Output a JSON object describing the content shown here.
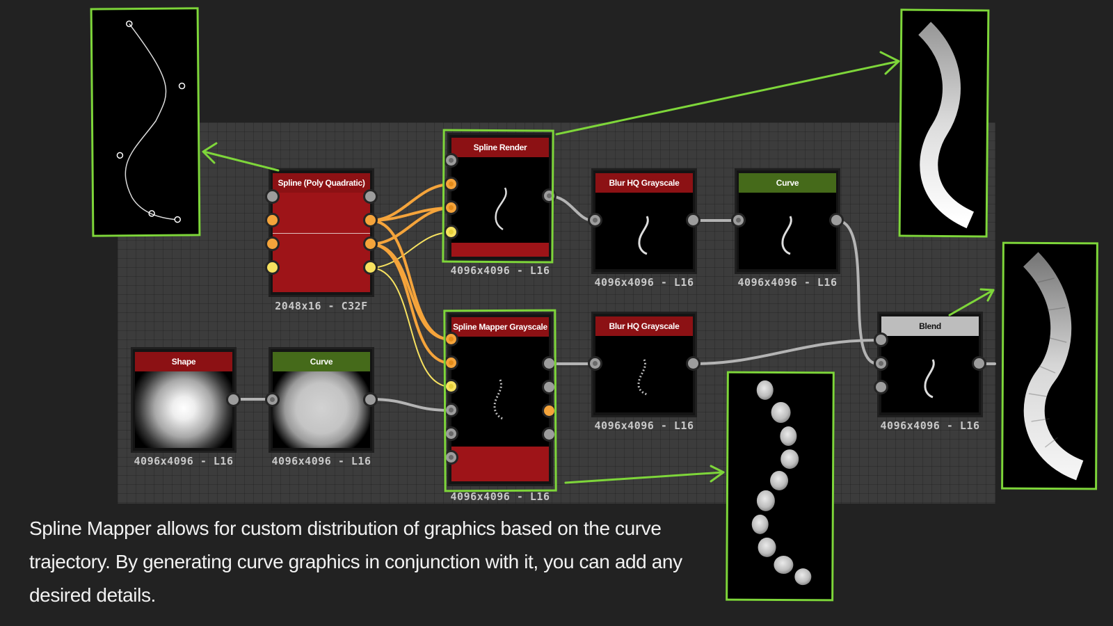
{
  "colors": {
    "background": "#222222",
    "graph": "#3c3c3c",
    "highlight": "#7ed63a",
    "title_red": "#8c1114",
    "title_green": "#456a1a",
    "title_gray": "#bdbdbd",
    "port_orange": "#f5a43b",
    "port_yellow": "#f7e260",
    "port_gray": "#9d9d9d",
    "wire_gray": "#b4b4b4"
  },
  "nodes": {
    "spline_poly": {
      "title": "Spline (Poly Quadratic)",
      "label": "2048x16 - C32F"
    },
    "spline_render": {
      "title": "Spline Render",
      "label": "4096x4096 - L16"
    },
    "blur1": {
      "title": "Blur HQ Grayscale",
      "label": "4096x4096 - L16"
    },
    "curve_top": {
      "title": "Curve",
      "label": "4096x4096 - L16"
    },
    "spline_mapper": {
      "title": "Spline Mapper Grayscale",
      "label": "4096x4096 - L16"
    },
    "blur2": {
      "title": "Blur HQ Grayscale",
      "label": "4096x4096 - L16"
    },
    "blend": {
      "title": "Blend",
      "label": "4096x4096 - L16"
    },
    "shape": {
      "title": "Shape",
      "label": "4096x4096 - L16"
    },
    "curve_bottom": {
      "title": "Curve",
      "label": "4096x4096 - L16"
    }
  },
  "caption": "Spline Mapper allows for custom distribution of graphics based on the curve trajectory. By generating curve graphics in conjunction with it, you can add any desired details."
}
